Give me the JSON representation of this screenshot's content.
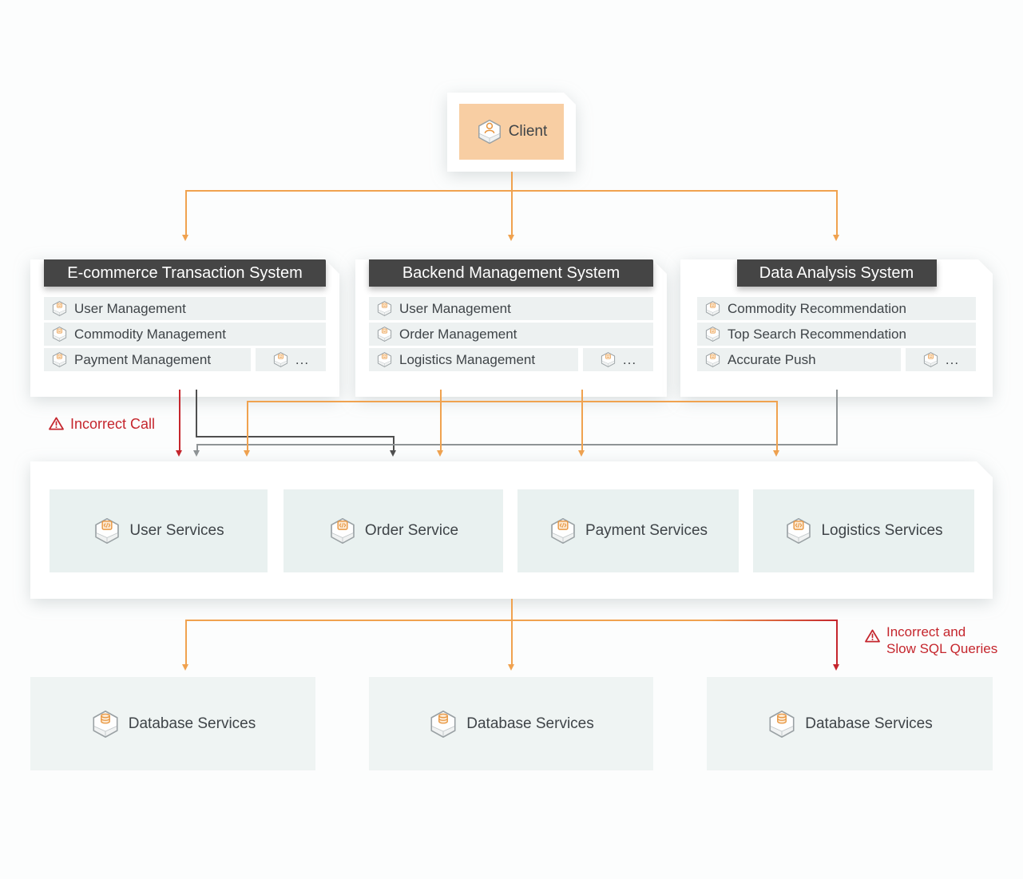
{
  "client": {
    "label": "Client"
  },
  "systems": [
    {
      "title": "E-commerce Transaction System",
      "items": [
        "User Management",
        "Commodity Management",
        "Payment Management"
      ],
      "more_label": "..."
    },
    {
      "title": "Backend Management System",
      "items": [
        "User Management",
        "Order Management",
        "Logistics Management"
      ],
      "more_label": "..."
    },
    {
      "title": "Data Analysis System",
      "items": [
        "Commodity Recommendation",
        "Top Search Recommendation",
        "Accurate Push"
      ],
      "more_label": "..."
    }
  ],
  "services": [
    {
      "label": "User Services"
    },
    {
      "label": "Order Service"
    },
    {
      "label": "Payment Services"
    },
    {
      "label": "Logistics Services"
    }
  ],
  "databases": [
    {
      "label": "Database Services"
    },
    {
      "label": "Database Services"
    },
    {
      "label": "Database Services"
    }
  ],
  "annotations": {
    "incorrect_call": "Incorrect Call",
    "slow_sql_lines": [
      "Incorrect and",
      "Slow SQL Queries"
    ]
  },
  "connections": [
    {
      "from": "Client",
      "to": "E-commerce Transaction System, Backend Management System, Data Analysis System",
      "color": "orange"
    },
    {
      "from": "E-commerce Transaction System",
      "to": "Services layer",
      "color": "red",
      "note": "Incorrect Call"
    },
    {
      "from": "E-commerce Transaction System",
      "to": "Services layer",
      "color": "dark-gray"
    },
    {
      "from": "Backend Management System",
      "to": "Services layer (4 drop points)",
      "color": "orange"
    },
    {
      "from": "Data Analysis System",
      "to": "Services layer",
      "color": "gray"
    },
    {
      "from": "Services layer",
      "to": "Database Services x3",
      "color": "orange",
      "note": "right branch red: Incorrect and Slow SQL Queries"
    }
  ],
  "colors": {
    "accent_orange": "#F0A24F",
    "alert_red": "#C5262D",
    "header_dark": "#454545",
    "line_dark": "#4F4F4F",
    "line_gray": "#8F9496",
    "client_fill": "#F8CEA3",
    "row_fill": "#EDF1F1",
    "service_fill": "#E9F1F0",
    "database_fill": "#EFF4F3"
  }
}
